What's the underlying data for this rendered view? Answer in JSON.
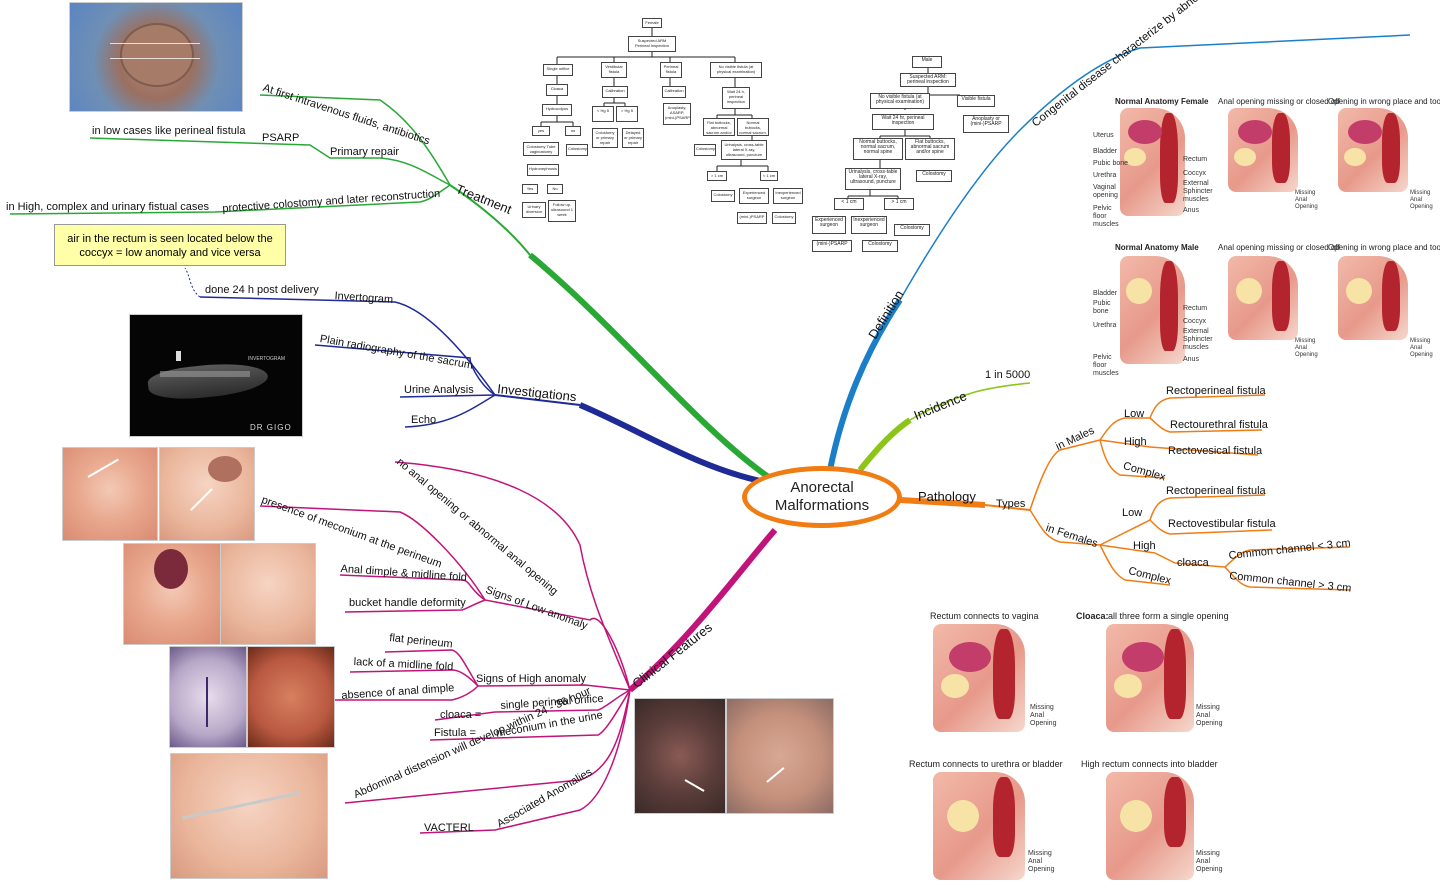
{
  "central_topic": {
    "line1": "Anorectal",
    "line2": "Malformations"
  },
  "colors": {
    "treatment": "#2aa836",
    "investigations": "#1e2a96",
    "clinical": "#c0147a",
    "definition": "#1a7fc8",
    "incidence": "#8cc41a",
    "pathology": "#f07c14"
  },
  "treatment": {
    "label": "Treatment",
    "items": [
      "At first intravenous fluids, antibiotics",
      "Primary repair",
      "PSARP",
      "in low cases like perineal fistula",
      "protective colostomy and later reconstruction",
      "in High, complex and urinary fistual cases"
    ]
  },
  "investigations": {
    "label": "Investigations",
    "items": [
      "Invertogram",
      "done 24 h post delivery",
      "Plain radiography of the sacrum",
      "Urine Analysis",
      "Echo"
    ],
    "note": "air in the rectum is seen located below the coccyx = low anomaly and vice versa",
    "xray_caption": "INVERTOGRAM",
    "xray_credit": "DR GIGO"
  },
  "clinical": {
    "label": "Clinical Features",
    "items": [
      "no anal opening or abnormal anal opening",
      "Signs of Low anomaly",
      "presence of meconium at the perineum",
      "Anal dimple & midline fold",
      "bucket handle deformity",
      "Signs of High anomaly",
      "flat perineum",
      "lack of a midline fold",
      "absence of anal dimple",
      "single perineal orifice",
      "cloaca =",
      "meconium in the urine",
      "Fistula =",
      "Abdominal distension will develop within 24 - 36 hour",
      "Associated Anomalies",
      "VACTERL"
    ]
  },
  "definition": {
    "label": "Definition",
    "text": "Congenital disease characterize by abnormal anus and Neonatal intestinal obstruction"
  },
  "incidence": {
    "label": "Incidence",
    "value": "1 in 5000"
  },
  "pathology": {
    "label": "Pathology",
    "types": "Types",
    "males": "in Males",
    "females": "in Females",
    "low": "Low",
    "high": "High",
    "complex": "Complex",
    "cloaca": "cloaca",
    "male_low": [
      "Rectoperineal fistula",
      "Rectourethral fistula"
    ],
    "male_high": "Rectovesical fistula",
    "female_low": [
      "Rectoperineal fistula",
      "Rectovestibular fistula"
    ],
    "common_lt": "Common channel < 3 cm",
    "common_gt": "Common channel > 3 cm"
  },
  "anatomy": {
    "titles": [
      "Normal Anatomy Female",
      "Anal opening missing or closed off",
      "Opening in wrong place and too small",
      "Normal Anatomy Male",
      "Anal opening missing or closed off",
      "Opening in wrong place and too small"
    ],
    "female_labels": [
      "Uterus",
      "Bladder",
      "Pubic bone",
      "Urethra",
      "Vaginal opening",
      "Pelvic floor muscles",
      "Rectum",
      "Coccyx",
      "External Sphincter muscles",
      "Anus"
    ],
    "male_labels": [
      "Bladder",
      "Pubic bone",
      "Urethra",
      "Pelvic floor muscles",
      "Rectum",
      "Coccyx",
      "External Sphincter muscles",
      "Anus"
    ],
    "missing": "Missing Anal Opening",
    "bottom_titles": [
      "Rectum connects to vagina",
      "Cloaca:",
      "all three form a single opening",
      "Rectum connects to urethra or bladder",
      "High rectum connects into bladder"
    ]
  },
  "flow_female": [
    "Female",
    "Suspected ARM Perineal Inspection",
    "Single orifice",
    "Vestibular fistula",
    "Perineal fistula",
    "No visible fistula (at physical examination)",
    "Cloaca",
    "Calibration",
    "Calibration",
    "Wait 24 h, perineal inspection",
    "Hydrocolpos",
    "< Hg 5",
    "> Hg 5",
    "Anoplasty, ASARP, (mini-)PSARP",
    "Flat buttocks, abnormal sacrum and/or spine",
    "Normal buttocks, normal sacrum, normal spine",
    "yes",
    "no",
    "Colostomy or primary repair",
    "Delayed or primary repair",
    "Colostomy",
    "Urinalysis, cross-table lateral X-ray, ultrasound, puncture",
    "Colostomy Tube vaginostomy",
    "Colostomy",
    "Hydronephrosis",
    "> 1 cm",
    "< 1 cm",
    "Yes",
    "No",
    "Colostomy",
    "Experienced surgeon",
    "Inexperienced surgeon",
    "Urinary diversion",
    "Follow up, ultrasound 1 week",
    "(mini-)PSARP",
    "Colostomy"
  ],
  "flow_male": [
    "Male",
    "Suspected ARM: perineal inspection",
    "No visible fistula (at physical examination)",
    "Visible fistula",
    "Wait 24 hr, perineal inspection",
    "Anoplasty or (mini-)PSARP",
    "Normal buttocks, normal sacrum, normal spine",
    "Flat buttocks, abnormal sacrum and/or spine",
    "Urinalysis, cross-table lateral X-ray, ultrasound, puncture",
    "Colostomy",
    "< 1 cm",
    "> 1 cm",
    "Experienced surgeon",
    "Inexperienced surgeon",
    "Colostomy",
    "(mini-)PSARP",
    "Colostomy"
  ]
}
